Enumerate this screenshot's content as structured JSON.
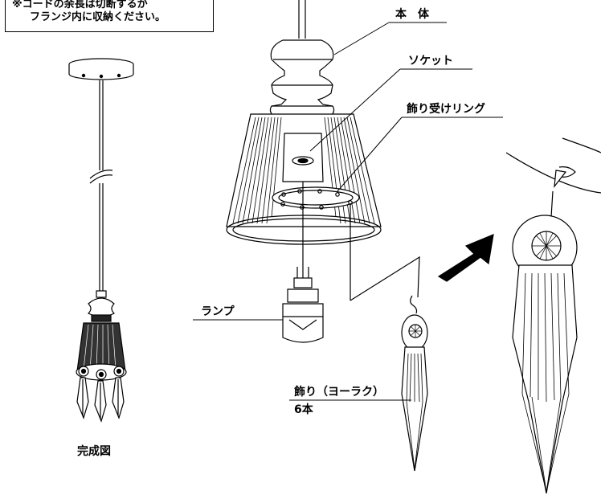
{
  "note": {
    "line1": "※コードの余長は切断するか",
    "line2": "フランジ内に収納ください。"
  },
  "labels": {
    "body": "本　体",
    "socket": "ソケット",
    "ring": "飾り受けリング",
    "lamp": "ランプ",
    "ornament": "飾り（ヨーラク）",
    "ornament_count": "6本",
    "completed": "完成図"
  }
}
